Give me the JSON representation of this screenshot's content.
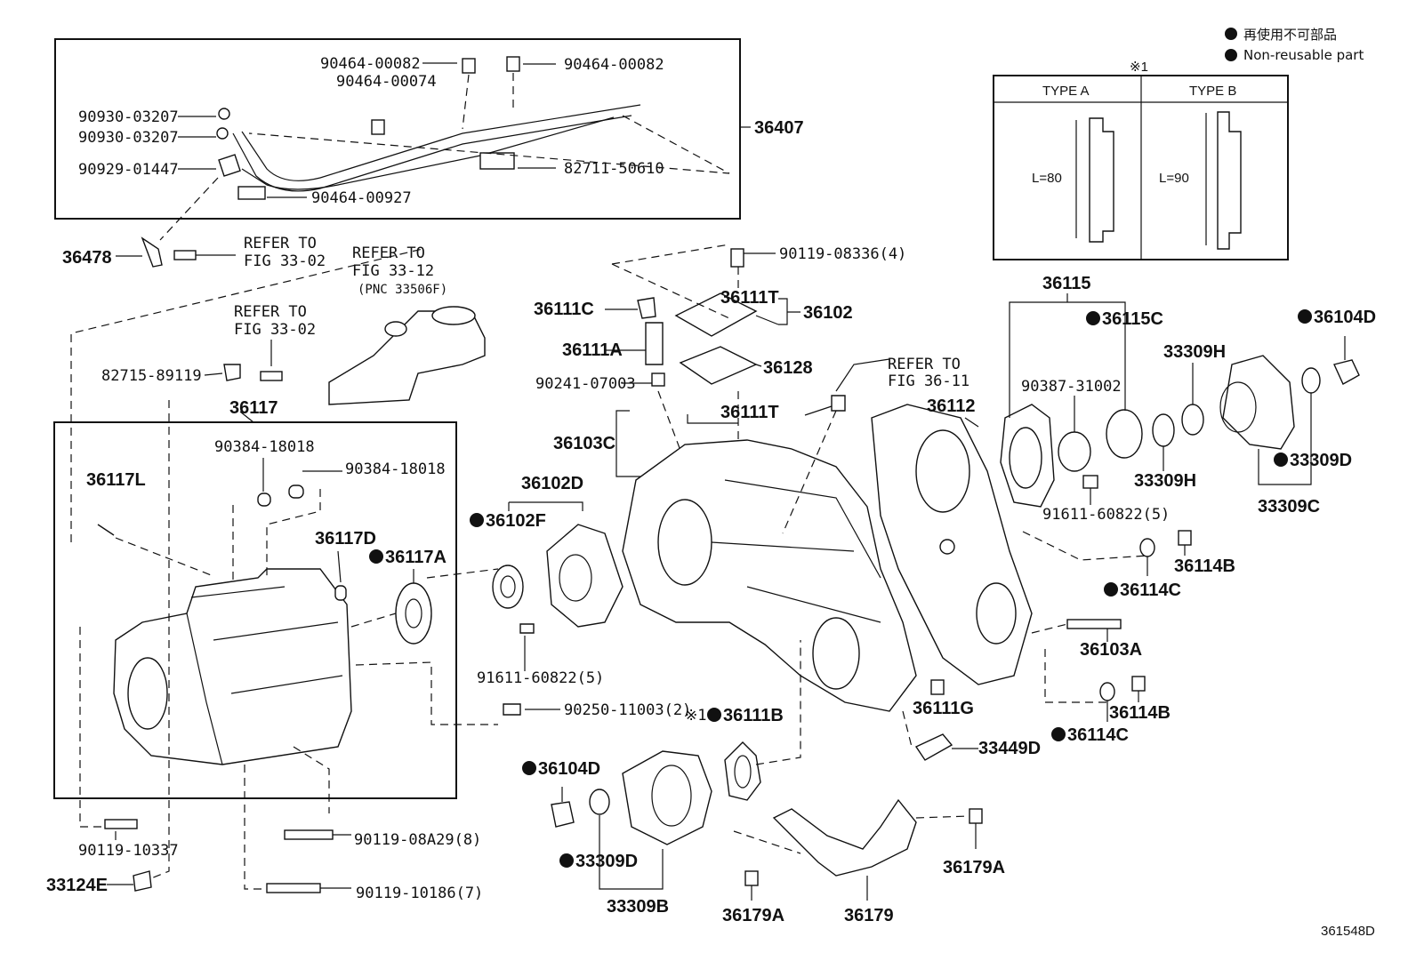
{
  "legend": {
    "jp": "再使用不可部品",
    "en": "Non-reusable part"
  },
  "note_mark": "※1",
  "types": {
    "a_label": "TYPE A",
    "b_label": "TYPE B",
    "a_length": "L=80",
    "b_length": "L=90"
  },
  "figure_id": "361548D",
  "labels": {
    "p9046400082a": "90464-00082",
    "p9046400074": "90464-00074",
    "p9046400082b": "90464-00082",
    "p9093003207a": "90930-03207",
    "p9093003207b": "90930-03207",
    "p9092901447": "90929-01447",
    "p9046400927": "90464-00927",
    "p8271150610": "82711-50610",
    "p36407": "36407",
    "p36478": "36478",
    "ref1a": "REFER TO",
    "ref1b": "FIG 33-02",
    "ref2a": "REFER TO",
    "ref2b": "FIG 33-12",
    "ref2c": "(PNC 33506F)",
    "ref3a": "REFER TO",
    "ref3b": "FIG 33-02",
    "p8271589119": "82715-89119",
    "p36117": "36117",
    "p9038418018a": "90384-18018",
    "p9038418018b": "90384-18018",
    "p36117L": "36117L",
    "p36117D": "36117D",
    "p36117A": "36117A",
    "p9011910337": "90119-10337",
    "p9011908A29": "90119-08A29(8)",
    "p33124E": "33124E",
    "p9011910186": "90119-10186(7)",
    "p9011908336": "90119-08336(4)",
    "p36111C": "36111C",
    "p36111T_a": "36111T",
    "p36102": "36102",
    "p36111A": "36111A",
    "p36128": "36128",
    "p9024107003": "90241-07003",
    "ref4a": "REFER TO",
    "ref4b": "FIG 36-11",
    "p36111T_b": "36111T",
    "p36112": "36112",
    "p36103C": "36103C",
    "p36102D": "36102D",
    "p36102F": "36102F",
    "p9161160822a": "91611-60822(5)",
    "p9025011003": "90250-11003(2)",
    "p36111B": "36111B",
    "p36104D_a": "36104D",
    "p33309D_a": "33309D",
    "p33309B": "33309B",
    "p36179A_a": "36179A",
    "p36179": "36179",
    "p36179A_b": "36179A",
    "p33449D": "33449D",
    "p36111G": "36111G",
    "p36115": "36115",
    "p36115C": "36115C",
    "p9038731002": "90387-31002",
    "p33309H_a": "33309H",
    "p36104D_b": "36104D",
    "p33309H_b": "33309H",
    "p33309D_b": "33309D",
    "p33309C": "33309C",
    "p9161160822b": "91611-60822(5)",
    "p36114B_a": "36114B",
    "p36114C_a": "36114C",
    "p36103A": "36103A",
    "p36114B_b": "36114B",
    "p36114C_b": "36114C"
  }
}
